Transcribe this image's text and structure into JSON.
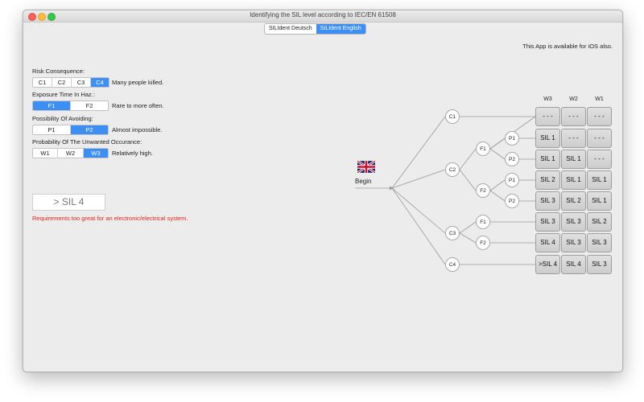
{
  "window": {
    "title": "Identifying the SIL level according to IEC/EN 61508"
  },
  "tabs": [
    {
      "label": "SILIdent Deutsch",
      "selected": false
    },
    {
      "label": "SILIdent English",
      "selected": true
    }
  ],
  "ios_note": "This App is available for iOS also.",
  "params": {
    "consequence": {
      "label": "Risk Consequence:",
      "options": [
        "C1",
        "C2",
        "C3",
        "C4"
      ],
      "selected": "C4",
      "description": "Many people killed."
    },
    "exposure": {
      "label": "Exposure Time In Haz.:",
      "options": [
        "F1",
        "F2"
      ],
      "selected": "F1",
      "description": "Rare to more often."
    },
    "avoiding": {
      "label": "Possibility Of Avoiding:",
      "options": [
        "P1",
        "P2"
      ],
      "selected": "P2",
      "description": "Almost impossible."
    },
    "probability": {
      "label": "Probability Of The Unwanted Occurance:",
      "options": [
        "W1",
        "W2",
        "W3"
      ],
      "selected": "W3",
      "description": "Relatively high."
    }
  },
  "result": {
    "value": "> SIL 4",
    "warning": "Requirements too great for an electronic/electrical system."
  },
  "graph": {
    "begin": "Begin",
    "flag_icon": "uk-flag-icon",
    "nodes": {
      "c1": "C1",
      "c2": "C2",
      "c3": "C3",
      "c4": "C4",
      "c2_f1": "F1",
      "c2_f2": "F2",
      "c2_f1_p1": "P1",
      "c2_f1_p2": "P2",
      "c2_f2_p1": "P1",
      "c2_f2_p2": "P2",
      "c3_f1": "F1",
      "c3_f2": "F2"
    },
    "columns": [
      "W3",
      "W2",
      "W1"
    ],
    "rows": [
      [
        "- - -",
        "- - -",
        "- - -"
      ],
      [
        "SIL 1",
        "- - -",
        "- - -"
      ],
      [
        "SIL 1",
        "SIL 1",
        "- - -"
      ],
      [
        "SIL 2",
        "SIL 1",
        "SIL 1"
      ],
      [
        "SIL 3",
        "SIL 2",
        "SIL 1"
      ],
      [
        "SIL 3",
        "SIL 3",
        "SIL 2"
      ],
      [
        "SIL 4",
        "SIL 3",
        "SIL 3"
      ],
      [
        ">SIL 4",
        "SIL 4",
        "SIL 3"
      ]
    ]
  }
}
